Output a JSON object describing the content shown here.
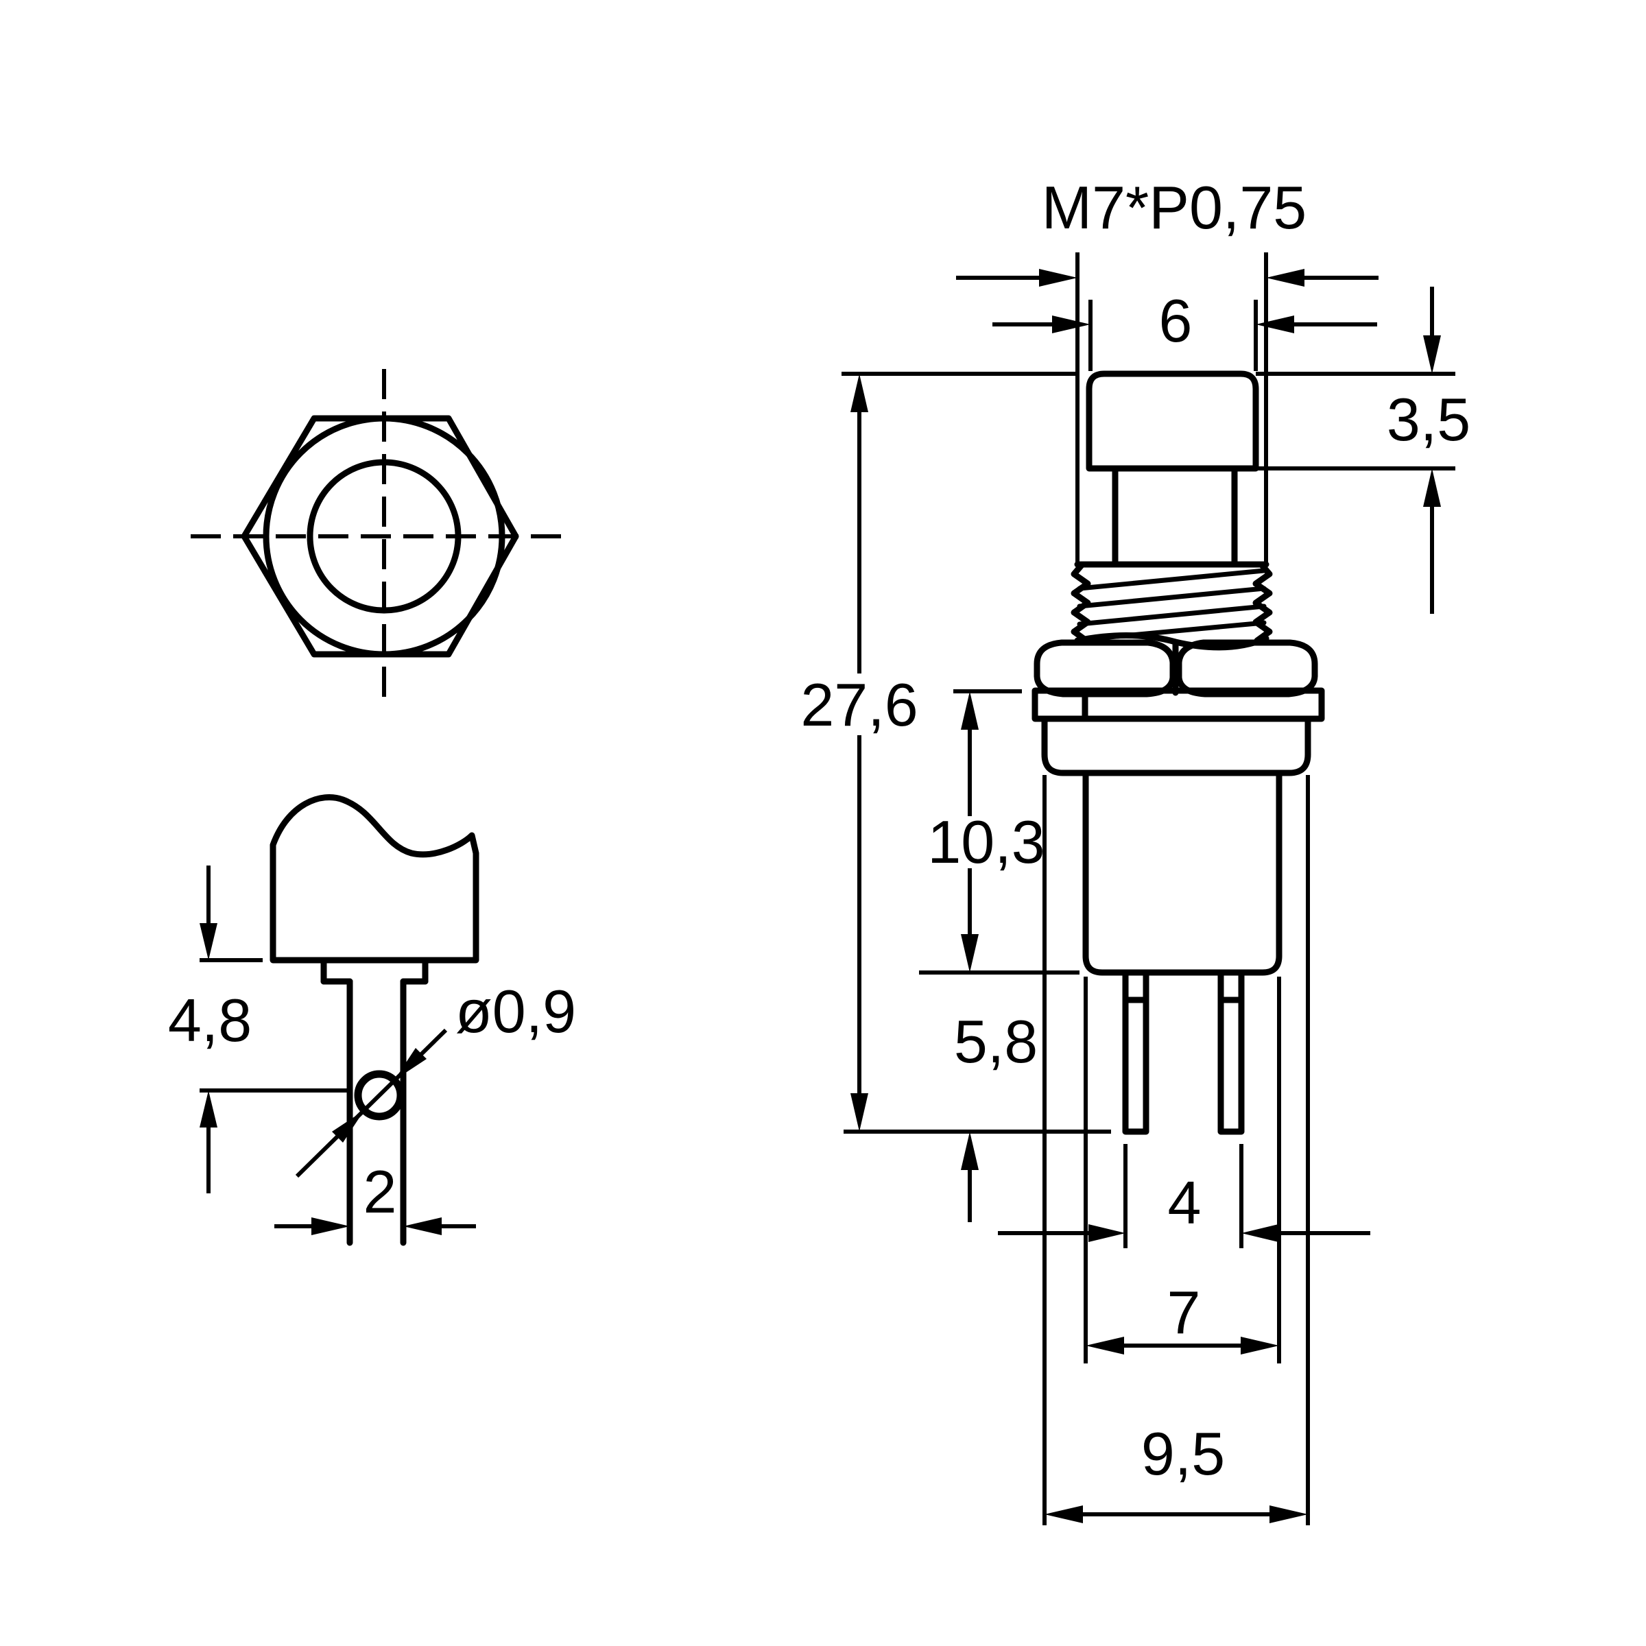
{
  "drawing": {
    "type": "technical-dimension-drawing",
    "background": "#ffffff",
    "line_color": "#000000",
    "views": {
      "top_view": "hex mounting nut top view",
      "detail_view": "plunger and terminal lug detail",
      "front_view": "pushbutton switch front view"
    },
    "dimensions": {
      "thread_spec": "M7*P0,75",
      "cap_width": "6",
      "cap_height": "3,5",
      "total_height": "27,6",
      "panel_depth": "10,3",
      "pin_length": "5,8",
      "pin_spacing": "4",
      "body_width": "7",
      "flange_width": "9,5",
      "detail_height": "4,8",
      "hole_diameter": "ø0,9",
      "stem_width": "2"
    }
  }
}
